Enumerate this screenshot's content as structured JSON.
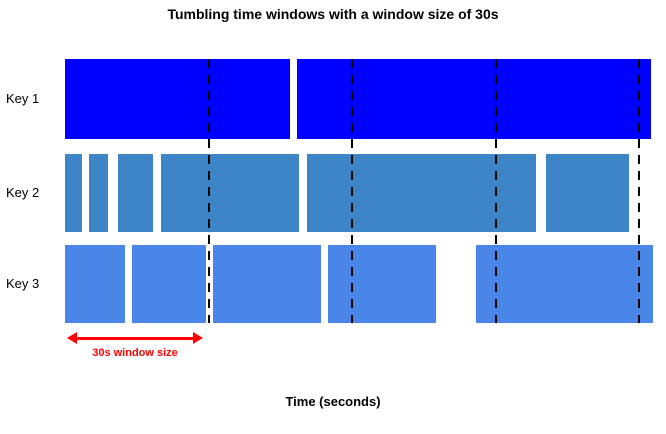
{
  "title": "Tumbling time windows with a window size of 30s",
  "axis": {
    "label": "Time (seconds)"
  },
  "annotation": {
    "window_size_label": "30s window size"
  },
  "colors": {
    "annotation_red": "#ff0000",
    "boundary_black": "#000000",
    "background": "#ffffff",
    "row1_blue": "#0000ff",
    "row2_blue": "#3d85c6",
    "row3_blue": "#4a86e8"
  },
  "chart_data": {
    "type": "bar",
    "orientation": "horizontal-timeline",
    "title": "Tumbling time windows with a window size of 30s",
    "xlabel": "Time (seconds)",
    "x_range_s": [
      0,
      123
    ],
    "window_size_s": 30,
    "window_boundaries_s": [
      30,
      60,
      90,
      120
    ],
    "grid": "dashed-window-boundaries",
    "series": [
      {
        "name": "Key 1",
        "color": "#0000ff",
        "segments_s": [
          [
            0,
            47
          ],
          [
            48.5,
            122.5
          ]
        ]
      },
      {
        "name": "Key 2",
        "color": "#3d85c6",
        "segments_s": [
          [
            0,
            3.5
          ],
          [
            5,
            9
          ],
          [
            11,
            18.5
          ],
          [
            20,
            49
          ],
          [
            50.5,
            98.5
          ],
          [
            100.5,
            118
          ]
        ]
      },
      {
        "name": "Key 3",
        "color": "#4a86e8",
        "segments_s": [
          [
            0,
            12.5
          ],
          [
            14,
            29.5
          ],
          [
            31,
            53.5
          ],
          [
            55,
            77.5
          ],
          [
            86,
            123
          ]
        ]
      }
    ]
  }
}
